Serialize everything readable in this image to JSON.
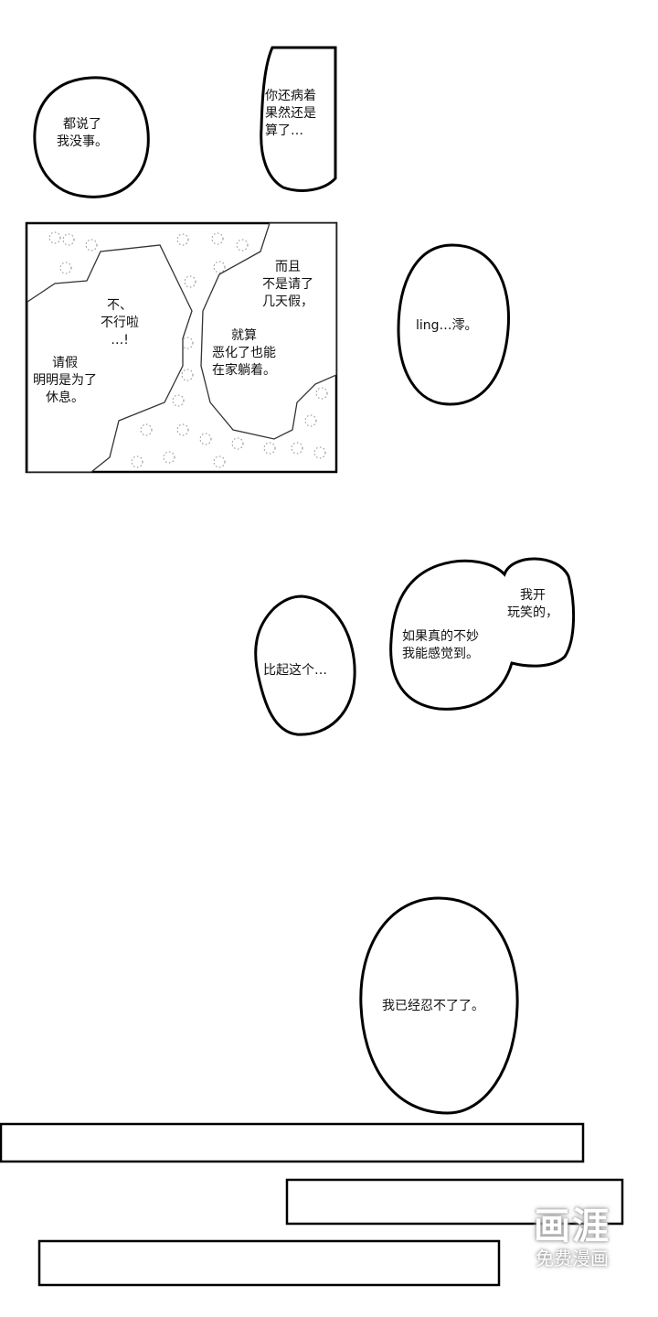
{
  "bubbles": {
    "b1": "都说了\n我没事。",
    "b2": "你还病着\n果然还是\n算了…",
    "panel_left_top": "不、\n不行啦\n…!",
    "panel_left_bottom": "请假\n明明是为了\n休息。",
    "panel_right_top": "而且\n不是请了\n几天假，",
    "panel_right_bottom": "就算\n恶化了也能\n在家躺着。",
    "ling": "ling…澪。",
    "joke_top": "我开\n玩笑的，",
    "joke_bottom": "如果真的不妙\n我能感觉到。",
    "rather": "比起这个…",
    "cant_bear": "我已经忍不了了。"
  },
  "watermark": {
    "title": "画涯",
    "subtitle": "免费漫画"
  }
}
